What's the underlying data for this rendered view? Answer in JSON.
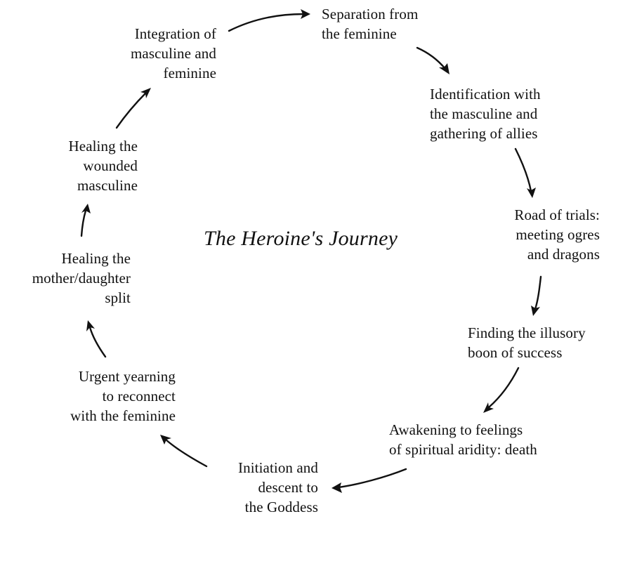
{
  "diagram": {
    "title": "The Heroine's Journey",
    "stages": [
      {
        "id": "separation",
        "text": "Separation from\nthe feminine"
      },
      {
        "id": "identification",
        "text": "Identification with\nthe masculine and\ngathering of allies"
      },
      {
        "id": "road-of-trials",
        "text": "Road of trials:\nmeeting ogres\nand dragons"
      },
      {
        "id": "illusory-boon",
        "text": "Finding the illusory\nboon of success"
      },
      {
        "id": "awakening",
        "text": "Awakening to feelings\nof spiritual aridity: death"
      },
      {
        "id": "initiation",
        "text": "Initiation and\ndescent to\nthe Goddess"
      },
      {
        "id": "urgent-yearning",
        "text": "Urgent yearning\nto reconnect\nwith the feminine"
      },
      {
        "id": "healing-mother-daughter",
        "text": "Healing the\nmother/daughter\nsplit"
      },
      {
        "id": "healing-masculine",
        "text": "Healing the\nwounded\nmasculine"
      },
      {
        "id": "integration",
        "text": "Integration of\nmasculine and\nfeminine"
      }
    ]
  }
}
